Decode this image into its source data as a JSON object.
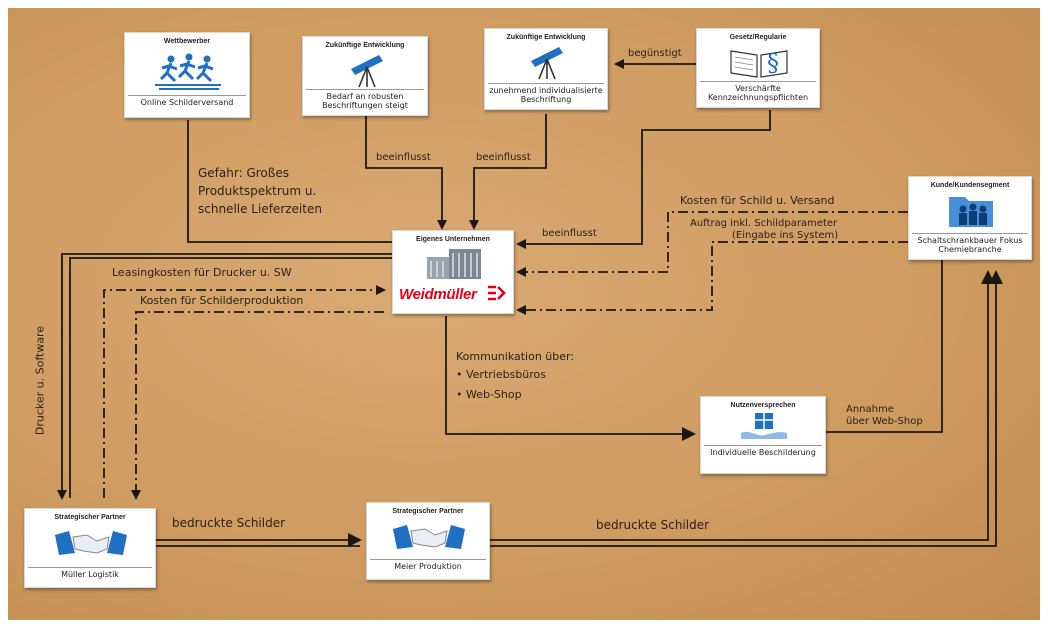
{
  "colors": {
    "paper": "#cf9c62",
    "ink": "#2b2118",
    "brand_red": "#e2001a",
    "icon_blue": "#1f6fc2"
  },
  "cards": {
    "wettbewerber": {
      "heading": "Wettbewerber",
      "text": "Online Schilderversand",
      "icon": "runners-icon"
    },
    "zukunft1": {
      "heading": "Zukünftige Entwicklung",
      "text": "Bedarf an robusten Beschriftungen steigt",
      "icon": "telescope-icon"
    },
    "zukunft2": {
      "heading": "Zukünftige Entwicklung",
      "text": "zunehmend individualisierte Beschriftung",
      "icon": "telescope-icon"
    },
    "gesetz": {
      "heading": "Gesetz/Regularie",
      "text": "Verschärfte Kennzeichnungspflichten",
      "icon": "law-book-icon"
    },
    "unternehmen": {
      "heading": "Eigenes Unternehmen",
      "logo": "Weidmüller",
      "icon": "factory-icon"
    },
    "kunde": {
      "heading": "Kunde/Kundensegment",
      "text": "Schaltschrankbauer Fokus Chemiebranche",
      "icon": "customer-group-icon"
    },
    "nutzen": {
      "heading": "Nutzenversprechen",
      "text": "Individuelle Beschilderung",
      "icon": "gift-hand-icon"
    },
    "mueller": {
      "heading": "Strategischer Partner",
      "text": "Müller Logistik",
      "icon": "handshake-icon"
    },
    "meier": {
      "heading": "Strategischer Partner",
      "text": "Meier Produktion",
      "icon": "handshake-icon"
    }
  },
  "notes": {
    "beguenstigt": "begünstigt",
    "beeinflusst": "beeinflusst",
    "gefahr": [
      "Gefahr: Großes",
      "Produktspektrum u.",
      "schnelle Lieferzeiten"
    ],
    "kosten_schild_versand": "Kosten für Schild u. Versand",
    "auftrag": [
      "Auftrag inkl. Schildparameter",
      "(Eingabe ins System)"
    ],
    "leasingkosten": "Leasingkosten für Drucker u. SW",
    "kosten_schilderproduktion": "Kosten für Schilderproduktion",
    "drucker_software": "Drucker u. Software",
    "kommunikation": [
      "Kommunikation über:",
      "• Vertriebsbüros",
      "• Web-Shop"
    ],
    "annahme": [
      "Annahme",
      "über Web-Shop"
    ],
    "bedruckte_schilder": "bedruckte Schilder"
  }
}
